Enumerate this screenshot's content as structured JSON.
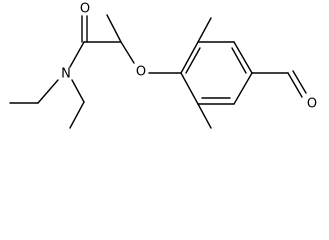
{
  "atoms": {
    "carbonyl_oxygen": "O",
    "amide_nitrogen": "N",
    "ether_oxygen": "O",
    "aldehyde_oxygen": "O"
  }
}
